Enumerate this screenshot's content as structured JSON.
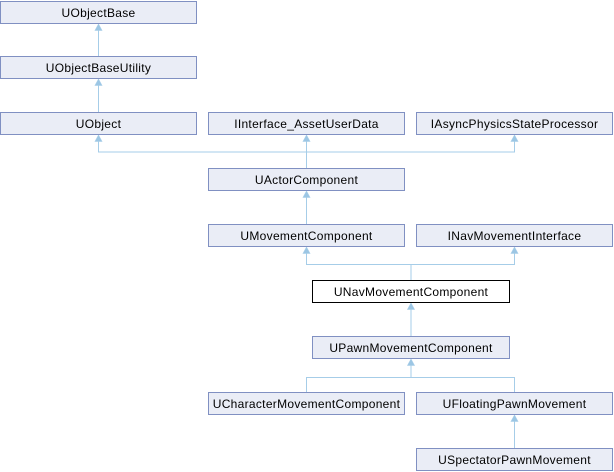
{
  "diagram": {
    "type": "class-inheritance-graph",
    "focus_class": "UNavMovementComponent",
    "nodes": [
      {
        "id": "uobjectbase",
        "label": "UObjectBase",
        "focus": false
      },
      {
        "id": "uobjectbaseutility",
        "label": "UObjectBaseUtility",
        "focus": false
      },
      {
        "id": "uobject",
        "label": "UObject",
        "focus": false
      },
      {
        "id": "iinterface-assetuserdata",
        "label": "IInterface_AssetUserData",
        "focus": false
      },
      {
        "id": "iasyncphysicsstateprocessor",
        "label": "IAsyncPhysicsStateProcessor",
        "focus": false
      },
      {
        "id": "uactorcomponent",
        "label": "UActorComponent",
        "focus": false
      },
      {
        "id": "umovementcomponent",
        "label": "UMovementComponent",
        "focus": false
      },
      {
        "id": "inavmovementinterface",
        "label": "INavMovementInterface",
        "focus": false
      },
      {
        "id": "unavmovementcomponent",
        "label": "UNavMovementComponent",
        "focus": true
      },
      {
        "id": "upawnmovementcomponent",
        "label": "UPawnMovementComponent",
        "focus": false
      },
      {
        "id": "ucharactermovementcomponent",
        "label": "UCharacterMovementComponent",
        "focus": false
      },
      {
        "id": "ufloatingpawnmovement",
        "label": "UFloatingPawnMovement",
        "focus": false
      },
      {
        "id": "uspectatorpawnmovement",
        "label": "USpectatorPawnMovement",
        "focus": false
      }
    ],
    "edges": [
      {
        "from": "UObjectBaseUtility",
        "to": "UObjectBase"
      },
      {
        "from": "UObject",
        "to": "UObjectBaseUtility"
      },
      {
        "from": "UActorComponent",
        "to": "UObject"
      },
      {
        "from": "UActorComponent",
        "to": "IInterface_AssetUserData"
      },
      {
        "from": "UActorComponent",
        "to": "IAsyncPhysicsStateProcessor"
      },
      {
        "from": "UMovementComponent",
        "to": "UActorComponent"
      },
      {
        "from": "UNavMovementComponent",
        "to": "UMovementComponent"
      },
      {
        "from": "UNavMovementComponent",
        "to": "INavMovementInterface"
      },
      {
        "from": "UPawnMovementComponent",
        "to": "UNavMovementComponent"
      },
      {
        "from": "UCharacterMovementComponent",
        "to": "UPawnMovementComponent"
      },
      {
        "from": "UFloatingPawnMovement",
        "to": "UPawnMovementComponent"
      },
      {
        "from": "USpectatorPawnMovement",
        "to": "UFloatingPawnMovement"
      }
    ],
    "colors": {
      "background": "#ffffff",
      "node_fill": "#eaedf6",
      "node_border": "#8090c2",
      "focus_fill": "#ffffff",
      "focus_border": "#000000",
      "edge_line": "#a6cde8",
      "edge_arrow": "#9cc6e4",
      "text": "#000000"
    }
  }
}
